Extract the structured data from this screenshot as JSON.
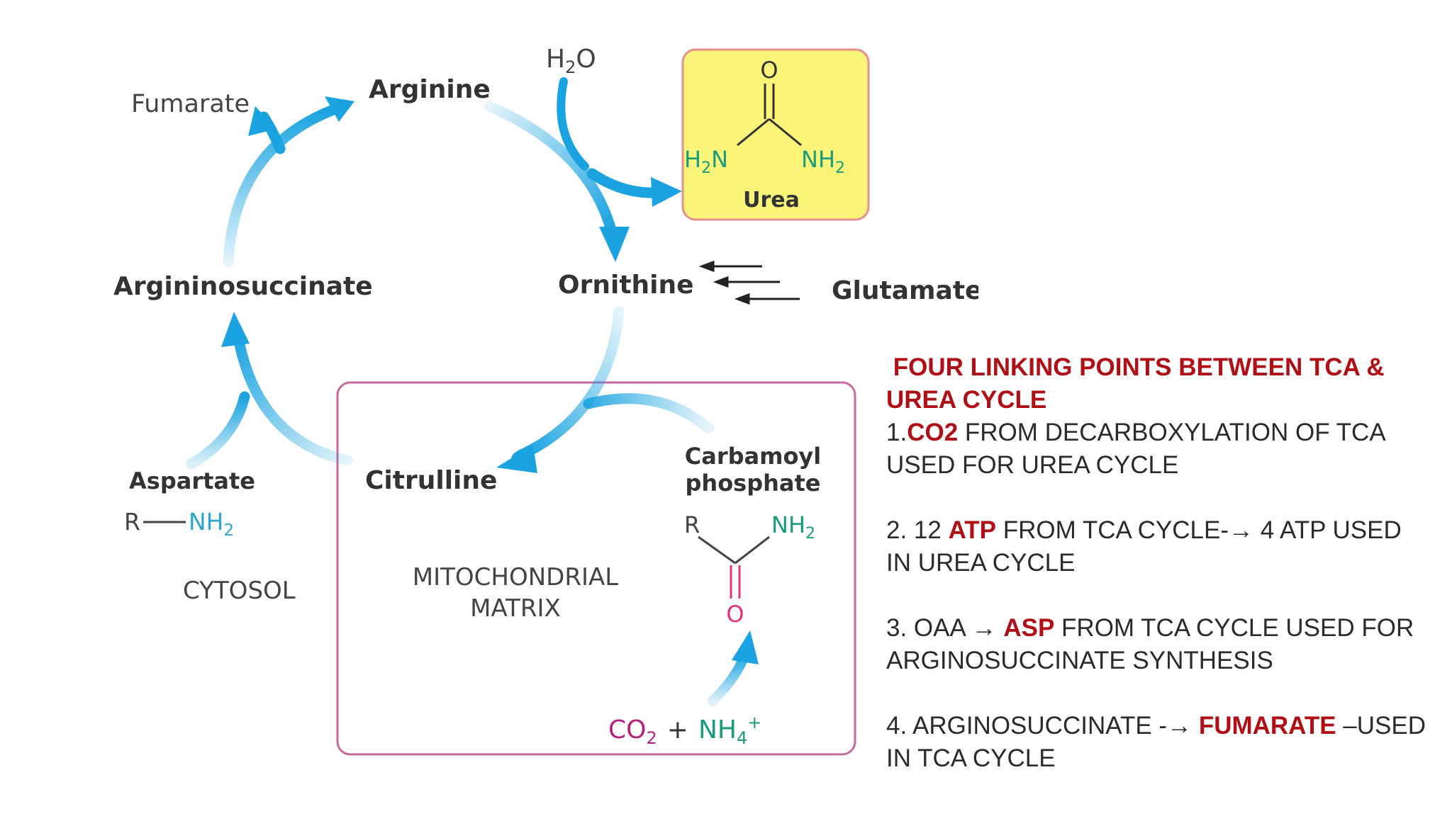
{
  "diagram": {
    "water": "H",
    "water_sub": "2",
    "water_o": "O",
    "arginine": "Arginine",
    "fumarate": "Fumarate",
    "argininosuccinate": "Argininosuccinate",
    "ornithine": "Ornithine",
    "glutamate": "Glutamate",
    "aspartate": "Aspartate",
    "aspartate_r": "R",
    "aspartate_nh": "NH",
    "aspartate_nh_sub": "2",
    "citrulline": "Citrulline",
    "carbamoyl_line1": "Carbamoyl",
    "carbamoyl_line2": "phosphate",
    "carbamoyl_r": "R",
    "carbamoyl_nh": "NH",
    "carbamoyl_nh_sub": "2",
    "carbamoyl_o": "O",
    "cytosol": "CYTOSOL",
    "mito_line1": "MITOCHONDRIAL",
    "mito_line2": "MATRIX",
    "co2_c": "CO",
    "co2_sub": "2",
    "plus": "+",
    "nh4": "NH",
    "nh4_sub": "4",
    "nh4_sup": "+",
    "urea": {
      "o": "O",
      "h2n_h": "H",
      "h2n_sub": "2",
      "h2n_n": "N",
      "nh2": "NH",
      "nh2_sub": "2",
      "label": "Urea"
    },
    "colors": {
      "arrow": "#1aa3e0",
      "urea_box": "#fbf57a",
      "urea_border": "#e88f8f",
      "mito_border": "#c86a9c",
      "amine_blue": "#2aa6cf",
      "amine_green": "#1a9c7c",
      "co2": "#b3247f",
      "oxygen": "#e0337a"
    }
  },
  "notes": {
    "heading": "FOUR LINKING POINTS  BETWEEN TCA & UREA CYCLE",
    "p1": {
      "pre": "1.",
      "hl": "CO2",
      "post": " FROM DECARBOXYLATION OF TCA USED FOR  UREA CYCLE"
    },
    "p2": {
      "pre": "2. 12 ",
      "hl": "ATP",
      "post": " FROM TCA CYCLE-→ 4 ATP USED IN UREA CYCLE"
    },
    "p3": {
      "pre": "3. OAA → ",
      "hl": "ASP",
      "post": " FROM TCA CYCLE USED FOR ARGINOSUCCINATE SYNTHESIS"
    },
    "p4": {
      "pre": "4. ARGINOSUCCINATE -→ ",
      "hl": "FUMARATE",
      "post": " –USED IN TCA CYCLE"
    }
  }
}
